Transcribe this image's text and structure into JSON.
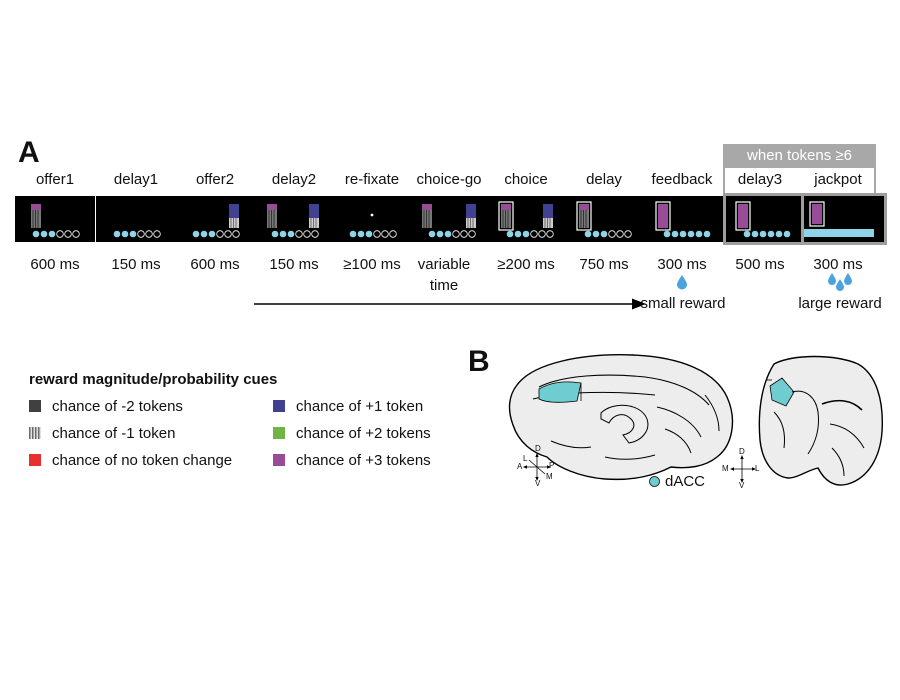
{
  "panel_a_label": "A",
  "panel_b_label": "B",
  "phases": [
    {
      "label": "offer1",
      "time": "600 ms"
    },
    {
      "label": "delay1",
      "time": "150 ms"
    },
    {
      "label": "offer2",
      "time": "600 ms"
    },
    {
      "label": "delay2",
      "time": "150 ms"
    },
    {
      "label": "re-fixate",
      "time": "≥100 ms"
    },
    {
      "label": "choice-go",
      "time": "variable time"
    },
    {
      "label": "choice",
      "time": "≥200 ms"
    },
    {
      "label": "delay",
      "time": "750 ms"
    },
    {
      "label": "feedback",
      "time": "300 ms"
    },
    {
      "label": "delay3",
      "time": "500 ms"
    },
    {
      "label": "jackpot",
      "time": "300 ms"
    }
  ],
  "banner": "when tokens ≥6",
  "rewards": {
    "small": "small reward",
    "large": "large reward"
  },
  "legend": {
    "title": "reward magnitude/probability cues",
    "items": [
      {
        "label": "chance of -2 tokens",
        "color": "#404040"
      },
      {
        "label": "chance of -1 token",
        "color": "striped"
      },
      {
        "label": "chance of no token change",
        "color": "#e8312e"
      },
      {
        "label": "chance of +1 token",
        "color": "#404191"
      },
      {
        "label": "chance of +2 tokens",
        "color": "#6fb544"
      },
      {
        "label": "chance of +3 tokens",
        "color": "#984b96"
      }
    ]
  },
  "brain": {
    "region_label": "dACC",
    "region_color": "#6fcdd2",
    "sagittal_axes": {
      "up": "D",
      "down": "V",
      "left": "A",
      "right": "P",
      "upleft": "L",
      "downright": "M"
    },
    "coronal_axes": {
      "up": "D",
      "down": "V",
      "left": "M",
      "right": "L"
    }
  },
  "colors": {
    "token": "#8fd3e6",
    "purple": "#984b96",
    "blue": "#404191",
    "gray": "#6a6a6a",
    "drop": "#4aa3dc"
  }
}
